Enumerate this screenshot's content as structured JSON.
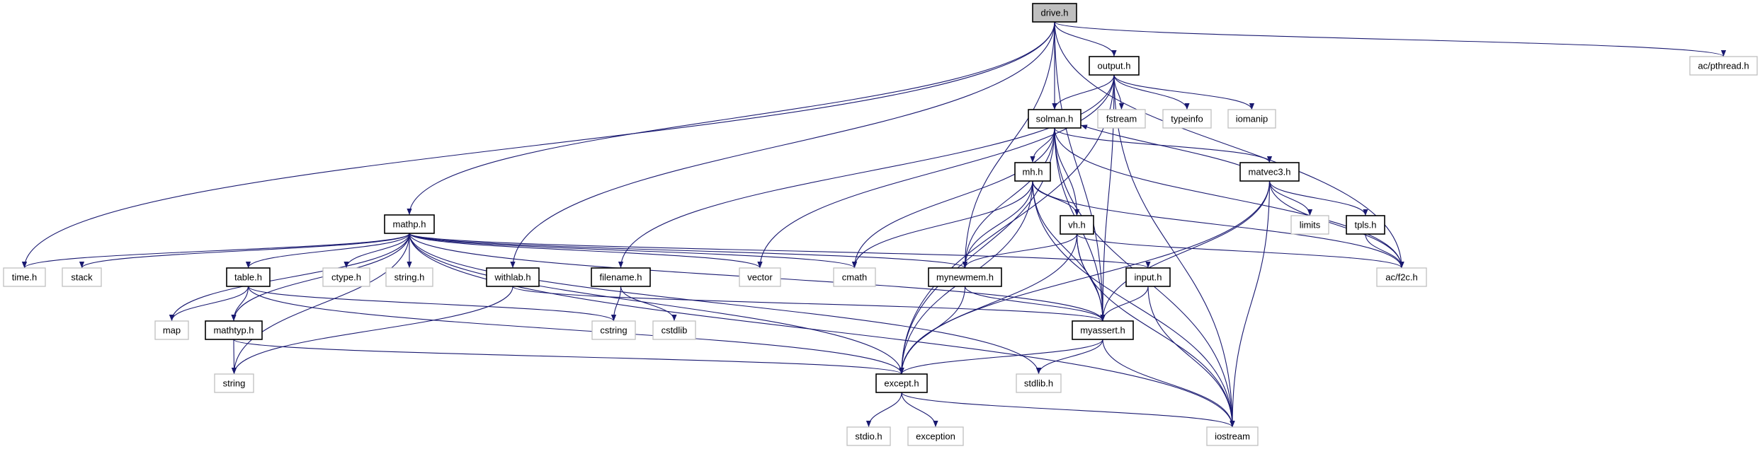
{
  "graph": {
    "title": "Include dependency graph for drive.h",
    "edge_color": "#191970",
    "root_fill": "#bfbfbf",
    "documented_border": "#000000",
    "external_border": "#bfbfbf",
    "nodes": [
      {
        "id": "drive.h",
        "label": "drive.h",
        "kind": "root"
      },
      {
        "id": "output.h",
        "label": "output.h",
        "kind": "doc"
      },
      {
        "id": "ac/pthread.h",
        "label": "ac/pthread.h",
        "kind": "ext"
      },
      {
        "id": "solman.h",
        "label": "solman.h",
        "kind": "doc"
      },
      {
        "id": "fstream",
        "label": "fstream",
        "kind": "ext"
      },
      {
        "id": "typeinfo",
        "label": "typeinfo",
        "kind": "ext"
      },
      {
        "id": "iomanip",
        "label": "iomanip",
        "kind": "ext"
      },
      {
        "id": "mh.h",
        "label": "mh.h",
        "kind": "doc"
      },
      {
        "id": "matvec3.h",
        "label": "matvec3.h",
        "kind": "doc"
      },
      {
        "id": "mathp.h",
        "label": "mathp.h",
        "kind": "doc"
      },
      {
        "id": "vh.h",
        "label": "vh.h",
        "kind": "doc"
      },
      {
        "id": "limits",
        "label": "limits",
        "kind": "ext"
      },
      {
        "id": "tpls.h",
        "label": "tpls.h",
        "kind": "doc"
      },
      {
        "id": "time.h",
        "label": "time.h",
        "kind": "ext"
      },
      {
        "id": "stack",
        "label": "stack",
        "kind": "ext"
      },
      {
        "id": "table.h",
        "label": "table.h",
        "kind": "doc"
      },
      {
        "id": "ctype.h",
        "label": "ctype.h",
        "kind": "ext"
      },
      {
        "id": "string.h",
        "label": "string.h",
        "kind": "ext"
      },
      {
        "id": "withlab.h",
        "label": "withlab.h",
        "kind": "doc"
      },
      {
        "id": "filename.h",
        "label": "filename.h",
        "kind": "doc"
      },
      {
        "id": "vector",
        "label": "vector",
        "kind": "ext"
      },
      {
        "id": "cmath",
        "label": "cmath",
        "kind": "ext"
      },
      {
        "id": "mynewmem.h",
        "label": "mynewmem.h",
        "kind": "doc"
      },
      {
        "id": "input.h",
        "label": "input.h",
        "kind": "doc"
      },
      {
        "id": "ac/f2c.h",
        "label": "ac/f2c.h",
        "kind": "ext"
      },
      {
        "id": "map",
        "label": "map",
        "kind": "ext"
      },
      {
        "id": "mathtyp.h",
        "label": "mathtyp.h",
        "kind": "doc"
      },
      {
        "id": "cstring",
        "label": "cstring",
        "kind": "ext"
      },
      {
        "id": "cstdlib",
        "label": "cstdlib",
        "kind": "ext"
      },
      {
        "id": "myassert.h",
        "label": "myassert.h",
        "kind": "doc"
      },
      {
        "id": "string",
        "label": "string",
        "kind": "ext"
      },
      {
        "id": "except.h",
        "label": "except.h",
        "kind": "doc"
      },
      {
        "id": "stdlib.h",
        "label": "stdlib.h",
        "kind": "ext"
      },
      {
        "id": "stdio.h",
        "label": "stdio.h",
        "kind": "ext"
      },
      {
        "id": "exception",
        "label": "exception",
        "kind": "ext"
      },
      {
        "id": "iostream",
        "label": "iostream",
        "kind": "ext"
      }
    ],
    "edges": [
      [
        "drive.h",
        "output.h"
      ],
      [
        "drive.h",
        "solman.h"
      ],
      [
        "drive.h",
        "mynewmem.h"
      ],
      [
        "drive.h",
        "mathp.h"
      ],
      [
        "drive.h",
        "withlab.h"
      ],
      [
        "drive.h",
        "time.h"
      ],
      [
        "drive.h",
        "ac/pthread.h"
      ],
      [
        "drive.h",
        "ac/f2c.h"
      ],
      [
        "drive.h",
        "myassert.h"
      ],
      [
        "output.h",
        "solman.h"
      ],
      [
        "output.h",
        "fstream"
      ],
      [
        "output.h",
        "typeinfo"
      ],
      [
        "output.h",
        "iomanip"
      ],
      [
        "output.h",
        "vector"
      ],
      [
        "output.h",
        "filename.h"
      ],
      [
        "output.h",
        "except.h"
      ],
      [
        "output.h",
        "myassert.h"
      ],
      [
        "output.h",
        "iostream"
      ],
      [
        "solman.h",
        "mh.h"
      ],
      [
        "solman.h",
        "vh.h"
      ],
      [
        "solman.h",
        "matvec3.h"
      ],
      [
        "solman.h",
        "cmath"
      ],
      [
        "solman.h",
        "mynewmem.h"
      ],
      [
        "solman.h",
        "except.h"
      ],
      [
        "solman.h",
        "myassert.h"
      ],
      [
        "solman.h",
        "ac/f2c.h"
      ],
      [
        "solman.h",
        "iostream"
      ],
      [
        "matvec3.h",
        "solman.h"
      ],
      [
        "matvec3.h",
        "limits"
      ],
      [
        "matvec3.h",
        "tpls.h"
      ],
      [
        "matvec3.h",
        "ac/f2c.h"
      ],
      [
        "matvec3.h",
        "myassert.h"
      ],
      [
        "matvec3.h",
        "except.h"
      ],
      [
        "matvec3.h",
        "iostream"
      ],
      [
        "mh.h",
        "vh.h"
      ],
      [
        "mh.h",
        "cmath"
      ],
      [
        "mh.h",
        "mynewmem.h"
      ],
      [
        "mh.h",
        "except.h"
      ],
      [
        "mh.h",
        "myassert.h"
      ],
      [
        "mh.h",
        "ac/f2c.h"
      ],
      [
        "mh.h",
        "iostream"
      ],
      [
        "vh.h",
        "mynewmem.h"
      ],
      [
        "vh.h",
        "except.h"
      ],
      [
        "vh.h",
        "myassert.h"
      ],
      [
        "vh.h",
        "ac/f2c.h"
      ],
      [
        "vh.h",
        "iostream"
      ],
      [
        "tpls.h",
        "ac/f2c.h"
      ],
      [
        "mathp.h",
        "time.h"
      ],
      [
        "mathp.h",
        "stack"
      ],
      [
        "mathp.h",
        "table.h"
      ],
      [
        "mathp.h",
        "ctype.h"
      ],
      [
        "mathp.h",
        "string.h"
      ],
      [
        "mathp.h",
        "map"
      ],
      [
        "mathp.h",
        "mathtyp.h"
      ],
      [
        "mathp.h",
        "string"
      ],
      [
        "mathp.h",
        "vector"
      ],
      [
        "mathp.h",
        "cmath"
      ],
      [
        "mathp.h",
        "mynewmem.h"
      ],
      [
        "mathp.h",
        "input.h"
      ],
      [
        "mathp.h",
        "myassert.h"
      ],
      [
        "mathp.h",
        "except.h"
      ],
      [
        "mathp.h",
        "stdlib.h"
      ],
      [
        "mathp.h",
        "iostream"
      ],
      [
        "table.h",
        "map"
      ],
      [
        "table.h",
        "mathtyp.h"
      ],
      [
        "table.h",
        "cstring"
      ],
      [
        "table.h",
        "except.h"
      ],
      [
        "mathtyp.h",
        "string"
      ],
      [
        "mathtyp.h",
        "except.h"
      ],
      [
        "withlab.h",
        "string"
      ],
      [
        "withlab.h",
        "myassert.h"
      ],
      [
        "filename.h",
        "cstring"
      ],
      [
        "filename.h",
        "cstdlib"
      ],
      [
        "mynewmem.h",
        "myassert.h"
      ],
      [
        "mynewmem.h",
        "except.h"
      ],
      [
        "input.h",
        "myassert.h"
      ],
      [
        "input.h",
        "iostream"
      ],
      [
        "myassert.h",
        "except.h"
      ],
      [
        "myassert.h",
        "stdlib.h"
      ],
      [
        "myassert.h",
        "iostream"
      ],
      [
        "except.h",
        "stdio.h"
      ],
      [
        "except.h",
        "exception"
      ],
      [
        "except.h",
        "iostream"
      ]
    ]
  }
}
